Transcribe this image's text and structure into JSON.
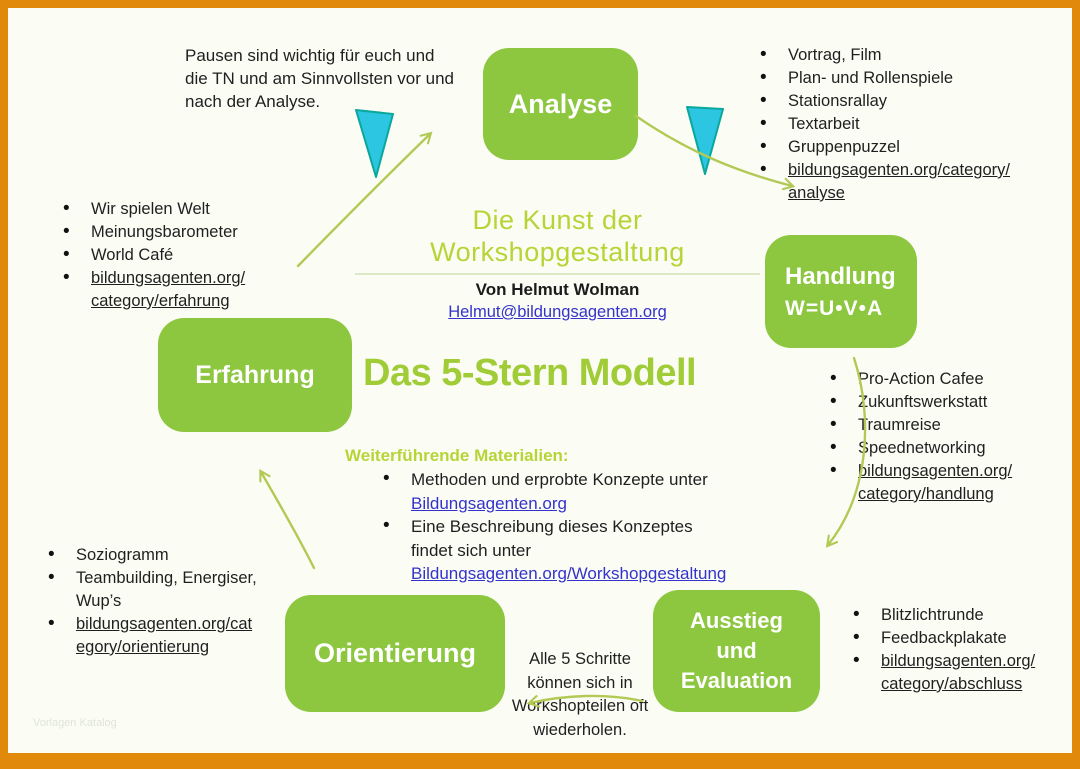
{
  "colors": {
    "frame": "#e1890b",
    "bg": "#fbfdf5",
    "green": "#8dc63f",
    "titlegreen": "#a0cc37",
    "lightgreen": "#b7d437",
    "blue": "#3333cc",
    "cyan": "#2cc5e2",
    "cyanstroke": "#0aa79b",
    "arrow": "#b2ca55"
  },
  "header": {
    "subtitle_line1": "Die Kunst der",
    "subtitle_line2": "Workshopgestaltung",
    "author": "Von Helmut Wolman",
    "email": "Helmut@bildungsagenten.org",
    "main_title": "Das 5-Stern Modell"
  },
  "nodes": {
    "analyse": "Analyse",
    "handlung_line1": "Handlung",
    "handlung_line2": "W=U•V•A",
    "erfahrung": "Erfahrung",
    "orientierung": "Orientierung",
    "ausstieg_line1": "Ausstieg",
    "ausstieg_line2": "und",
    "ausstieg_line3": "Evaluation"
  },
  "notes": {
    "pausen": "Pausen sind wichtig für euch und die TN und am Sinnvollsten vor und nach der Analyse.",
    "wiederholen": "Alle 5 Schritte können sich in Workshopteilen oft wiederholen."
  },
  "lists": {
    "analyse": {
      "items": [
        "Vortrag, Film",
        "Plan- und Rollenspiele",
        "Stationsrallay",
        "Textarbeit",
        "Gruppenpuzzel"
      ],
      "link": [
        "bildungsagenten.org/category/",
        "analyse"
      ]
    },
    "erfahrung": {
      "items": [
        "Wir spielen Welt",
        "Meinungsbarometer",
        "World Café"
      ],
      "link": [
        "bildungsagenten.org/",
        "category/erfahrung"
      ]
    },
    "handlung": {
      "items": [
        "Pro-Action Cafee",
        "Zukunftswerkstatt",
        "Traumreise",
        "Speednetworking"
      ],
      "link": [
        "bildungsagenten.org/",
        "category/handlung"
      ]
    },
    "orientierung": {
      "items": [
        "Soziogramm",
        "Teambuilding, Energiser, Wup’s"
      ],
      "link": [
        "bildungsagenten.org/cat",
        "egory/orientierung"
      ]
    },
    "abschluss": {
      "items": [
        "Blitzlichtrunde",
        "Feedbackplakate"
      ],
      "link": [
        "bildungsagenten.org/",
        "category/abschluss"
      ]
    }
  },
  "materials": {
    "heading": "Weiterführende Materialien:",
    "item1_text": "Methoden und erprobte Konzepte unter",
    "item1_link": "Bildungsagenten.org",
    "item2_text": "Eine Beschreibung dieses Konzeptes findet sich unter",
    "item2_link": "Bildungsagenten.org/Workshopgestaltung"
  },
  "watermark": "Vorlagen Katalog"
}
